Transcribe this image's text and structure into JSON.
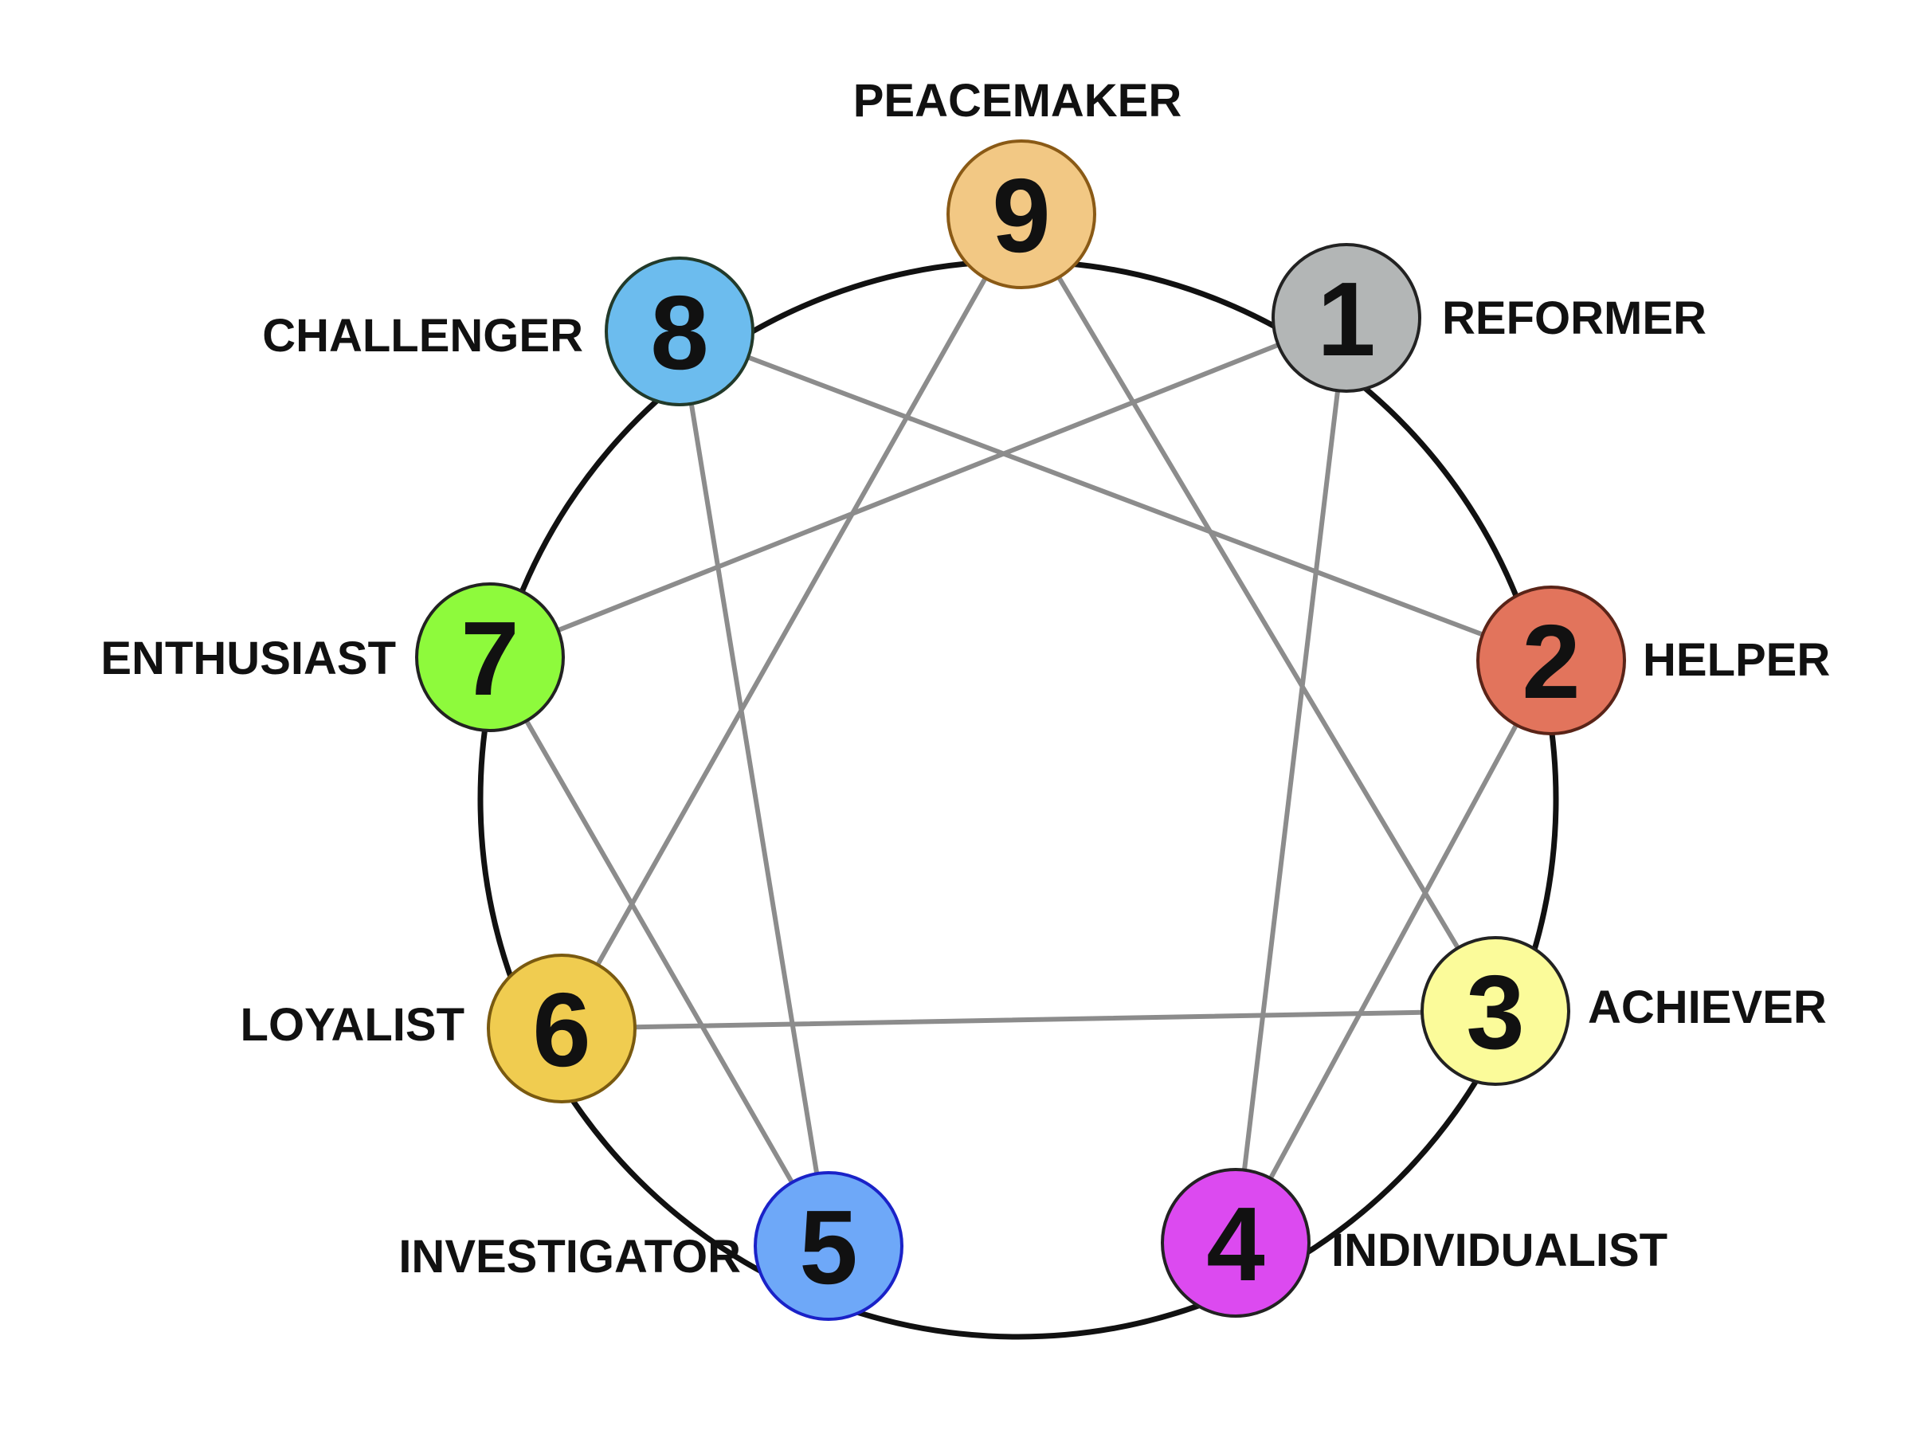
{
  "diagram": {
    "ring_color": "#111111",
    "connector_color": "#8c8c8c",
    "types": [
      {
        "id": "9",
        "number": "9",
        "label": "PEACEMAKER",
        "fill": "#f2c884",
        "stroke": "#8a5a16"
      },
      {
        "id": "1",
        "number": "1",
        "label": "REFORMER",
        "fill": "#b3b6b6",
        "stroke": "#222222"
      },
      {
        "id": "2",
        "number": "2",
        "label": "HELPER",
        "fill": "#e2745c",
        "stroke": "#5a2418"
      },
      {
        "id": "3",
        "number": "3",
        "label": "ACHIEVER",
        "fill": "#fbfb9a",
        "stroke": "#222222"
      },
      {
        "id": "4",
        "number": "4",
        "label": "INDIVIDUALIST",
        "fill": "#dc4af0",
        "stroke": "#222222"
      },
      {
        "id": "5",
        "number": "5",
        "label": "INVESTIGATOR",
        "fill": "#6ea8f8",
        "stroke": "#1a22c8"
      },
      {
        "id": "6",
        "number": "6",
        "label": "LOYALIST",
        "fill": "#f0cc50",
        "stroke": "#7a5a10"
      },
      {
        "id": "7",
        "number": "7",
        "label": "ENTHUSIAST",
        "fill": "#8efa3c",
        "stroke": "#222222"
      },
      {
        "id": "8",
        "number": "8",
        "label": "CHALLENGER",
        "fill": "#6cbcee",
        "stroke": "#223a2a"
      }
    ],
    "connections": [
      [
        "9",
        "3"
      ],
      [
        "3",
        "6"
      ],
      [
        "6",
        "9"
      ],
      [
        "1",
        "4"
      ],
      [
        "4",
        "2"
      ],
      [
        "2",
        "8"
      ],
      [
        "8",
        "5"
      ],
      [
        "5",
        "7"
      ],
      [
        "7",
        "1"
      ]
    ]
  }
}
